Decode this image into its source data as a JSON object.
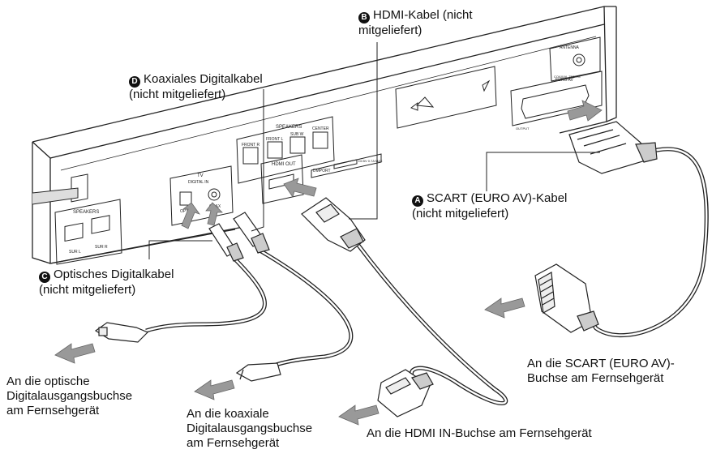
{
  "callouts": {
    "b": {
      "badge": "B",
      "line1": "HDMI-Kabel (nicht",
      "line2": "mitgeliefert)"
    },
    "d": {
      "badge": "D",
      "line1": "Koaxiales Digitalkabel",
      "line2": "(nicht mitgeliefert)"
    },
    "a": {
      "badge": "A",
      "line1": "SCART (EURO AV)-Kabel",
      "line2": "(nicht mitgeliefert)"
    },
    "c": {
      "badge": "C",
      "line1": "Optisches Digitalkabel",
      "line2": "(nicht mitgeliefert)"
    }
  },
  "captions": {
    "optical": [
      "An die optische",
      "Digitalausgangsbuchse",
      "am Fernsehgerät"
    ],
    "coaxial": [
      "An die koaxiale",
      "Digitalausgangsbuchse",
      "am Fernsehgerät"
    ],
    "hdmi": "An die HDMI IN-Buchse am Fernsehgerät",
    "scart": [
      "An die SCART (EURO AV)-",
      "Buchse am Fernsehgerät"
    ]
  },
  "panel_labels": {
    "speakers_top": "SPEAKERS",
    "front_r": "FRONT R",
    "front_l": "FRONT L",
    "subw": "SUB W",
    "center": "CENTER",
    "speakers_left": "SPEAKERS",
    "sur_l": "SUR L",
    "sur_r": "SUR R",
    "tv": "TV",
    "digital_in": "DIGITAL IN",
    "optical": "OPT",
    "coaxial": "COAX",
    "hdmi_out": "HDMI OUT",
    "dmport": "DMPORT",
    "dc5v": "DC5V 0.7A MAX",
    "antenna": "ANTENNA",
    "coaxial75": "COAXIAL 75Ω FM",
    "euro_av": "EURO AV",
    "output": "OUTPUT"
  }
}
